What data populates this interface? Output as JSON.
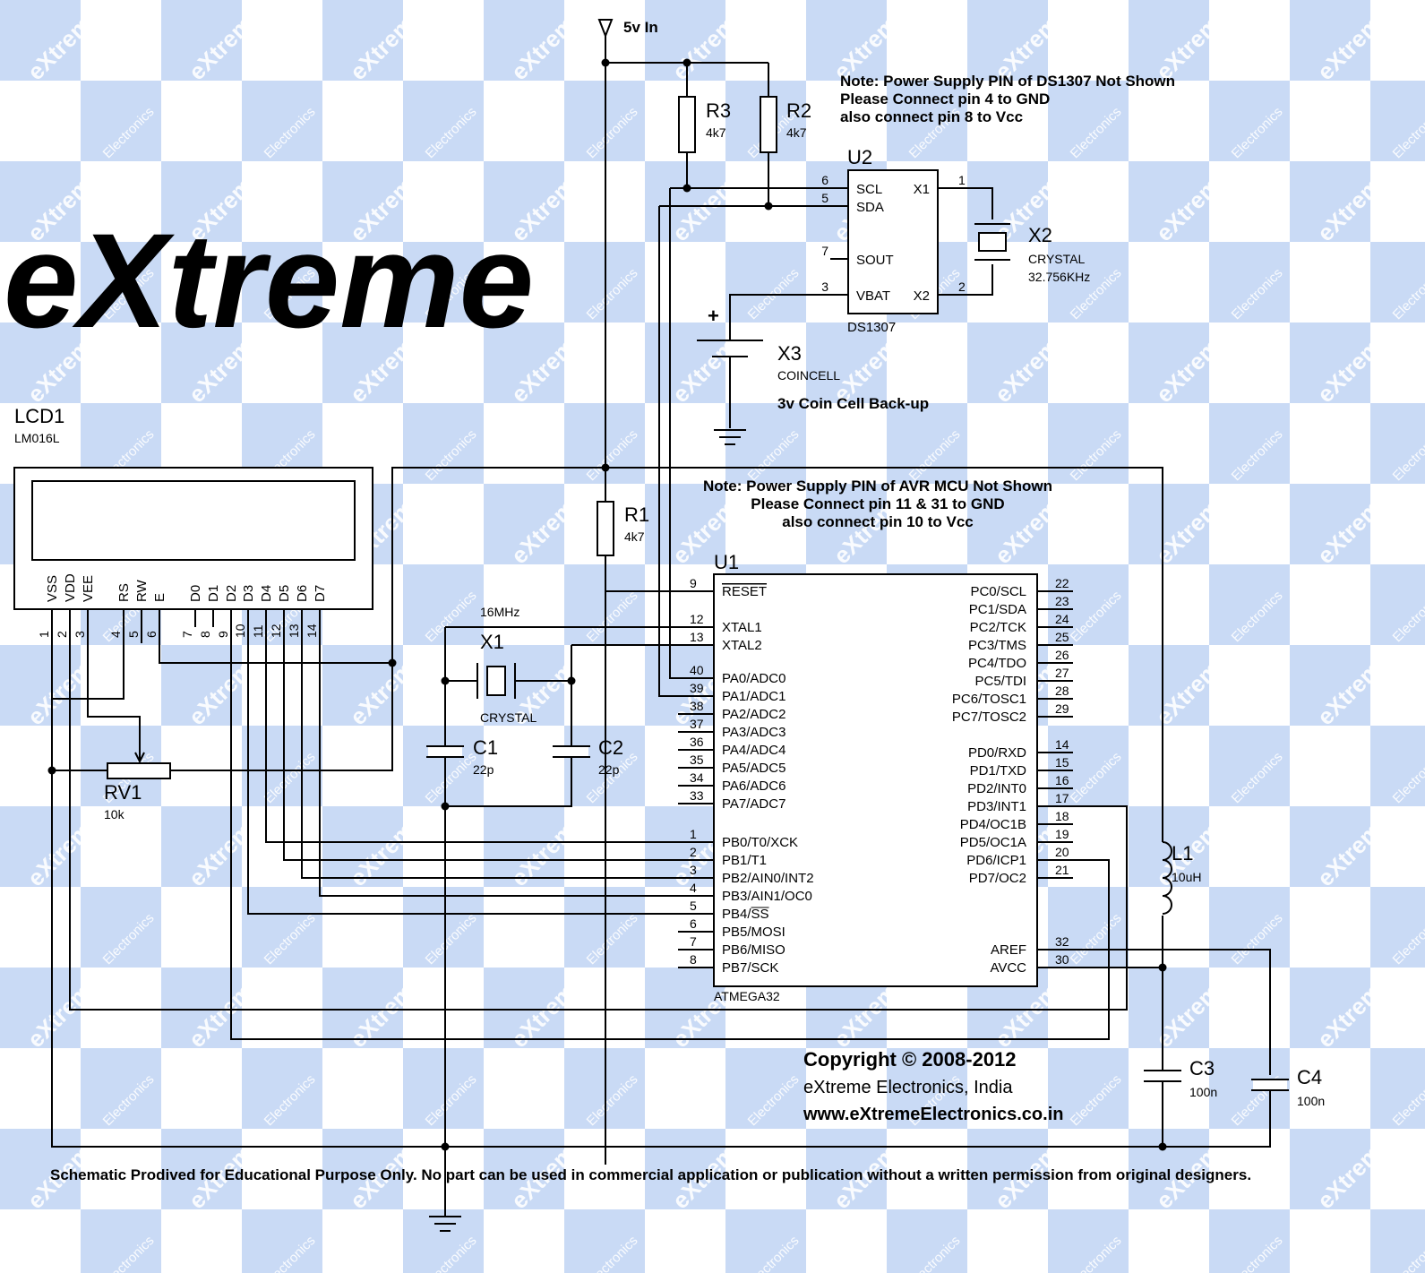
{
  "brand": {
    "logo": "eXtreme",
    "watermark_word": "eXtreme",
    "watermark_sub": "Electronics",
    "checker_color": "#c9daf5"
  },
  "power": {
    "label": "5v In"
  },
  "notes": {
    "ds1307": [
      "Note: Power Supply PIN of DS1307 Not Shown",
      "Please Connect pin 4 to GND",
      "also connect pin 8 to Vcc"
    ],
    "avr": [
      "Note: Power Supply PIN of AVR MCU Not Shown",
      "Please Connect pin 11 & 31 to GND",
      "also connect pin 10 to Vcc"
    ],
    "coincell": "3v Coin Cell Back-up"
  },
  "components": {
    "R1": {
      "ref": "R1",
      "value": "4k7"
    },
    "R2": {
      "ref": "R2",
      "value": "4k7"
    },
    "R3": {
      "ref": "R3",
      "value": "4k7"
    },
    "U2": {
      "ref": "U2",
      "part": "DS1307",
      "left_pins": [
        {
          "num": "6",
          "name": "SCL"
        },
        {
          "num": "5",
          "name": "SDA"
        },
        {
          "num": "7",
          "name": "SOUT"
        },
        {
          "num": "3",
          "name": "VBAT"
        }
      ],
      "right_pins": [
        {
          "num": "1",
          "name": "X1"
        },
        {
          "num": "2",
          "name": "X2"
        }
      ]
    },
    "X2": {
      "ref": "X2",
      "type": "CRYSTAL",
      "value": "32.756KHz"
    },
    "X3": {
      "ref": "X3",
      "type": "COINCELL",
      "plus": "+"
    },
    "LCD1": {
      "ref": "LCD1",
      "part": "LM016L",
      "pins": [
        {
          "num": "1",
          "name": "VSS"
        },
        {
          "num": "2",
          "name": "VDD"
        },
        {
          "num": "3",
          "name": "VEE"
        },
        {
          "num": "4",
          "name": "RS"
        },
        {
          "num": "5",
          "name": "RW"
        },
        {
          "num": "6",
          "name": "E"
        },
        {
          "num": "7",
          "name": "D0"
        },
        {
          "num": "8",
          "name": "D1"
        },
        {
          "num": "9",
          "name": "D2"
        },
        {
          "num": "10",
          "name": "D3"
        },
        {
          "num": "11",
          "name": "D4"
        },
        {
          "num": "12",
          "name": "D5"
        },
        {
          "num": "13",
          "name": "D6"
        },
        {
          "num": "14",
          "name": "D7"
        }
      ]
    },
    "RV1": {
      "ref": "RV1",
      "value": "10k"
    },
    "X1": {
      "ref": "X1",
      "freq": "16MHz",
      "type": "CRYSTAL"
    },
    "C1": {
      "ref": "C1",
      "value": "22p"
    },
    "C2": {
      "ref": "C2",
      "value": "22p"
    },
    "C3": {
      "ref": "C3",
      "value": "100n"
    },
    "C4": {
      "ref": "C4",
      "value": "100n"
    },
    "L1": {
      "ref": "L1",
      "value": "10uH"
    },
    "U1": {
      "ref": "U1",
      "part": "ATMEGA32",
      "left_pins": [
        {
          "num": "9",
          "name": "RESET"
        },
        {
          "num": "12",
          "name": "XTAL1"
        },
        {
          "num": "13",
          "name": "XTAL2"
        },
        {
          "num": "40",
          "name": "PA0/ADC0"
        },
        {
          "num": "39",
          "name": "PA1/ADC1"
        },
        {
          "num": "38",
          "name": "PA2/ADC2"
        },
        {
          "num": "37",
          "name": "PA3/ADC3"
        },
        {
          "num": "36",
          "name": "PA4/ADC4"
        },
        {
          "num": "35",
          "name": "PA5/ADC5"
        },
        {
          "num": "34",
          "name": "PA6/ADC6"
        },
        {
          "num": "33",
          "name": "PA7/ADC7"
        },
        {
          "num": "1",
          "name": "PB0/T0/XCK"
        },
        {
          "num": "2",
          "name": "PB1/T1"
        },
        {
          "num": "3",
          "name": "PB2/AIN0/INT2"
        },
        {
          "num": "4",
          "name": "PB3/AIN1/OC0"
        },
        {
          "num": "5",
          "name": "PB4/SS"
        },
        {
          "num": "6",
          "name": "PB5/MOSI"
        },
        {
          "num": "7",
          "name": "PB6/MISO"
        },
        {
          "num": "8",
          "name": "PB7/SCK"
        }
      ],
      "right_pins": [
        {
          "num": "22",
          "name": "PC0/SCL"
        },
        {
          "num": "23",
          "name": "PC1/SDA"
        },
        {
          "num": "24",
          "name": "PC2/TCK"
        },
        {
          "num": "25",
          "name": "PC3/TMS"
        },
        {
          "num": "26",
          "name": "PC4/TDO"
        },
        {
          "num": "27",
          "name": "PC5/TDI"
        },
        {
          "num": "28",
          "name": "PC6/TOSC1"
        },
        {
          "num": "29",
          "name": "PC7/TOSC2"
        },
        {
          "num": "14",
          "name": "PD0/RXD"
        },
        {
          "num": "15",
          "name": "PD1/TXD"
        },
        {
          "num": "16",
          "name": "PD2/INT0"
        },
        {
          "num": "17",
          "name": "PD3/INT1"
        },
        {
          "num": "18",
          "name": "PD4/OC1B"
        },
        {
          "num": "19",
          "name": "PD5/OC1A"
        },
        {
          "num": "20",
          "name": "PD6/ICP1"
        },
        {
          "num": "21",
          "name": "PD7/OC2"
        },
        {
          "num": "32",
          "name": "AREF"
        },
        {
          "num": "30",
          "name": "AVCC"
        }
      ]
    }
  },
  "copyright": {
    "line1": "Copyright © 2008-2012",
    "line2": "eXtreme Electronics, India",
    "line3": "www.eXtremeElectronics.co.in"
  },
  "disclaimer": "Schematic Prodived for Educational Purpose Only. No part can be used in commercial application or publication without a written permission from original designers."
}
